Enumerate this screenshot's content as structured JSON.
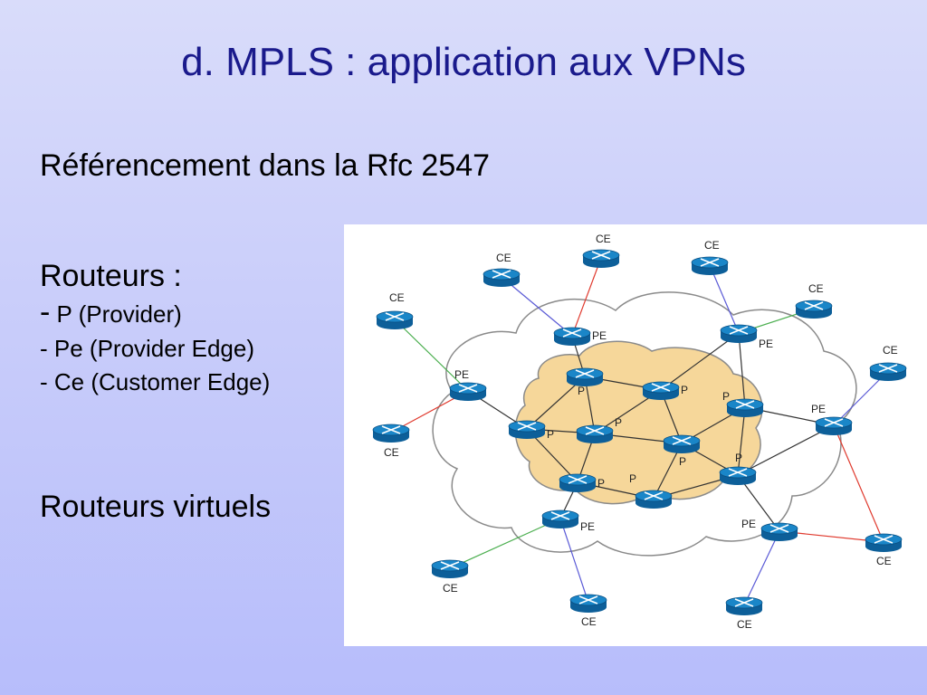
{
  "title": "d. MPLS : application aux VPNs",
  "reference": "Référencement dans la Rfc 2547",
  "routers_heading": "Routeurs :",
  "router_types": [
    {
      "dash": "-",
      "text": " P (Provider)"
    },
    {
      "text": "- Pe (Provider Edge)"
    },
    {
      "text": "- Ce (Customer Edge)"
    }
  ],
  "virtual_routers": "Routeurs virtuels",
  "diagram": {
    "label_ce": "CE",
    "label_pe": "PE",
    "label_p": "P",
    "colors": {
      "cloud_fill": "#f6d79a",
      "cloud_stroke": "#8a8a8a",
      "router": "#1a86c8",
      "link_dark": "#333333",
      "link_green": "#4caf50",
      "link_red": "#e03a2e",
      "link_blue": "#5a5ad6"
    }
  }
}
